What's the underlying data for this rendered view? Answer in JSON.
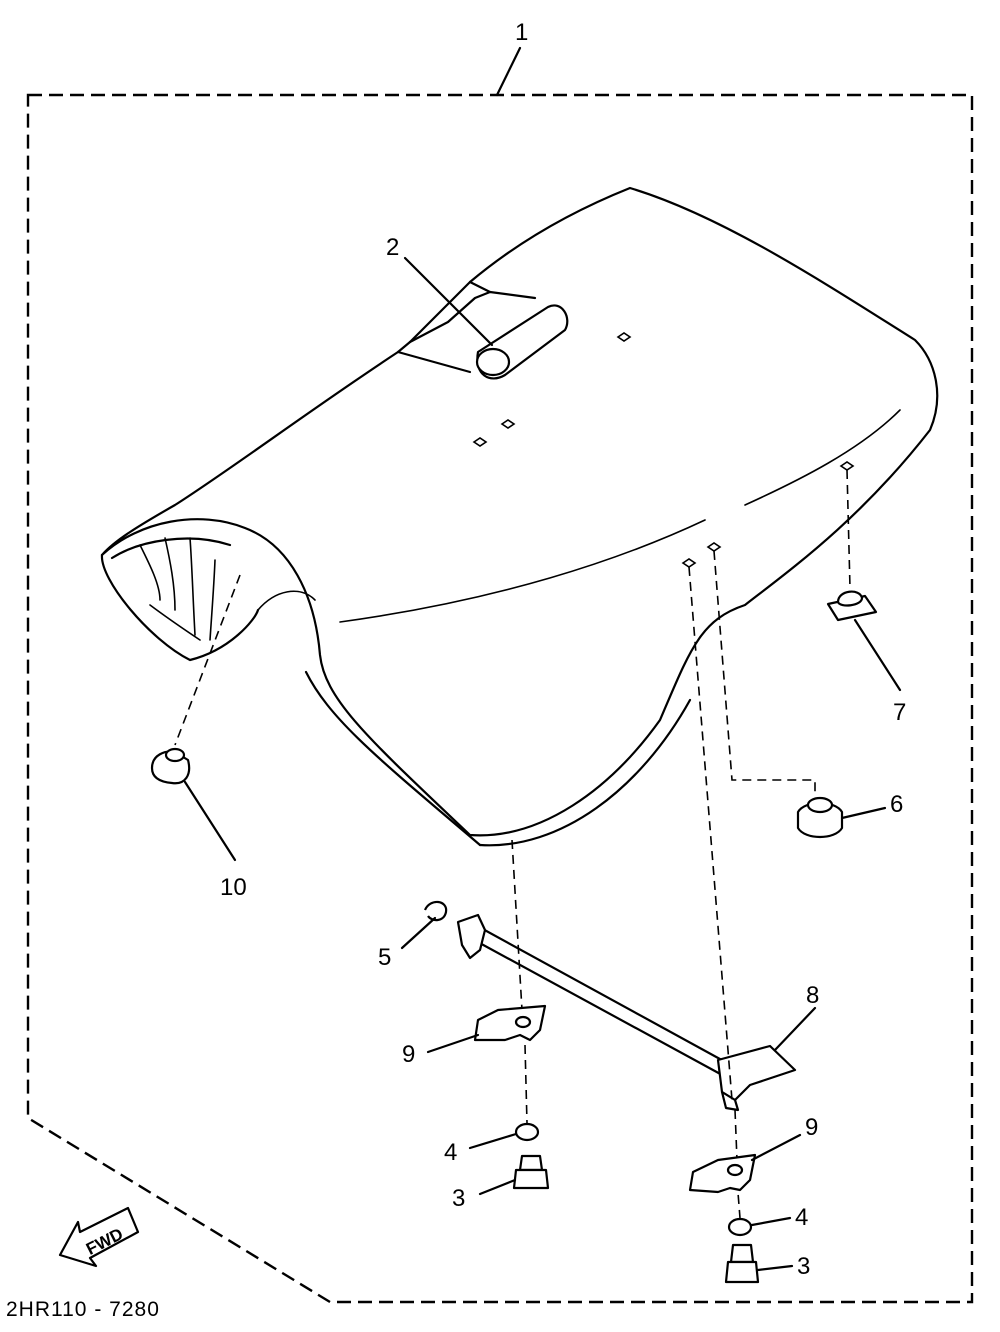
{
  "diagram": {
    "assembly_callout": "1",
    "drawing_code": "2HR110 - 7280",
    "fwd_label": "FWD",
    "callouts": {
      "hinge": "2",
      "bolt_front": "3",
      "bolt_rear": "3",
      "washer_front": "4",
      "washer_rear": "4",
      "clip": "5",
      "damper_rear": "6",
      "nut_plate": "7",
      "lock_lever": "8",
      "bracket_front": "9",
      "bracket_rear": "9",
      "damper_front": "10"
    }
  }
}
